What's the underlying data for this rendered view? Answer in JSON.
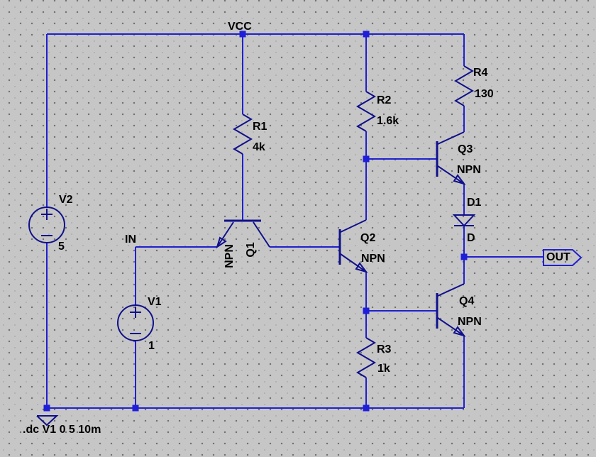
{
  "app": {
    "type": "spice-schematic-editor"
  },
  "colors": {
    "background": "#c6c6c6",
    "grid_dot": "#6f6f6f",
    "wire": "#2020cf",
    "symbol": "#10108c",
    "junction": "#1f1fd9",
    "text": "#000000"
  },
  "nets": {
    "vcc": "VCC",
    "in": "IN",
    "out": "OUT",
    "d": "D"
  },
  "components": {
    "v1": {
      "name": "V1",
      "value": "1"
    },
    "v2": {
      "name": "V2",
      "value": "5"
    },
    "r1": {
      "name": "R1",
      "value": "4k"
    },
    "r2": {
      "name": "R2",
      "value": "1.6k"
    },
    "r3": {
      "name": "R3",
      "value": "1k"
    },
    "r4": {
      "name": "R4",
      "value": "130"
    },
    "q1": {
      "name": "Q1",
      "type": "NPN"
    },
    "q2": {
      "name": "Q2",
      "type": "NPN"
    },
    "q3": {
      "name": "Q3",
      "type": "NPN"
    },
    "q4": {
      "name": "Q4",
      "type": "NPN"
    },
    "d1": {
      "name": "D1"
    }
  },
  "spice_directive": ".dc V1 0 5 10m"
}
